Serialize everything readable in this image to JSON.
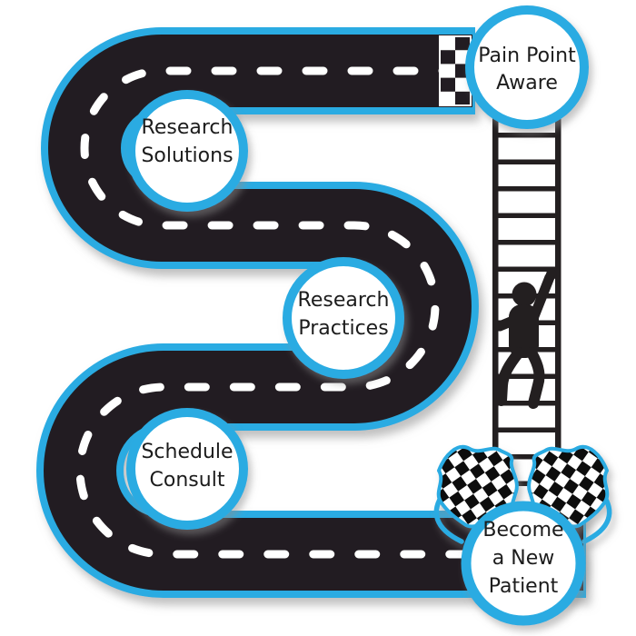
{
  "diagram": {
    "milestones": [
      {
        "id": "pain-point-aware",
        "lines": [
          "Pain Point",
          "Aware"
        ]
      },
      {
        "id": "research-solutions",
        "lines": [
          "Research",
          "Solutions"
        ]
      },
      {
        "id": "research-practices",
        "lines": [
          "Research",
          "Practices"
        ]
      },
      {
        "id": "schedule-consult",
        "lines": [
          "Schedule",
          "Consult"
        ]
      },
      {
        "id": "become-a-new-patient",
        "lines": [
          "Become",
          "a New",
          "Patient"
        ]
      }
    ],
    "decorations": {
      "finish_strip": "checkered-finish-strip",
      "flags": "crossed-checkered-flags",
      "ladder": "ladder",
      "climber": "climbing-person"
    },
    "colors": {
      "accent_blue": "#29ABE2",
      "road_black": "#231F20",
      "dash_white": "#FFFFFF"
    }
  }
}
